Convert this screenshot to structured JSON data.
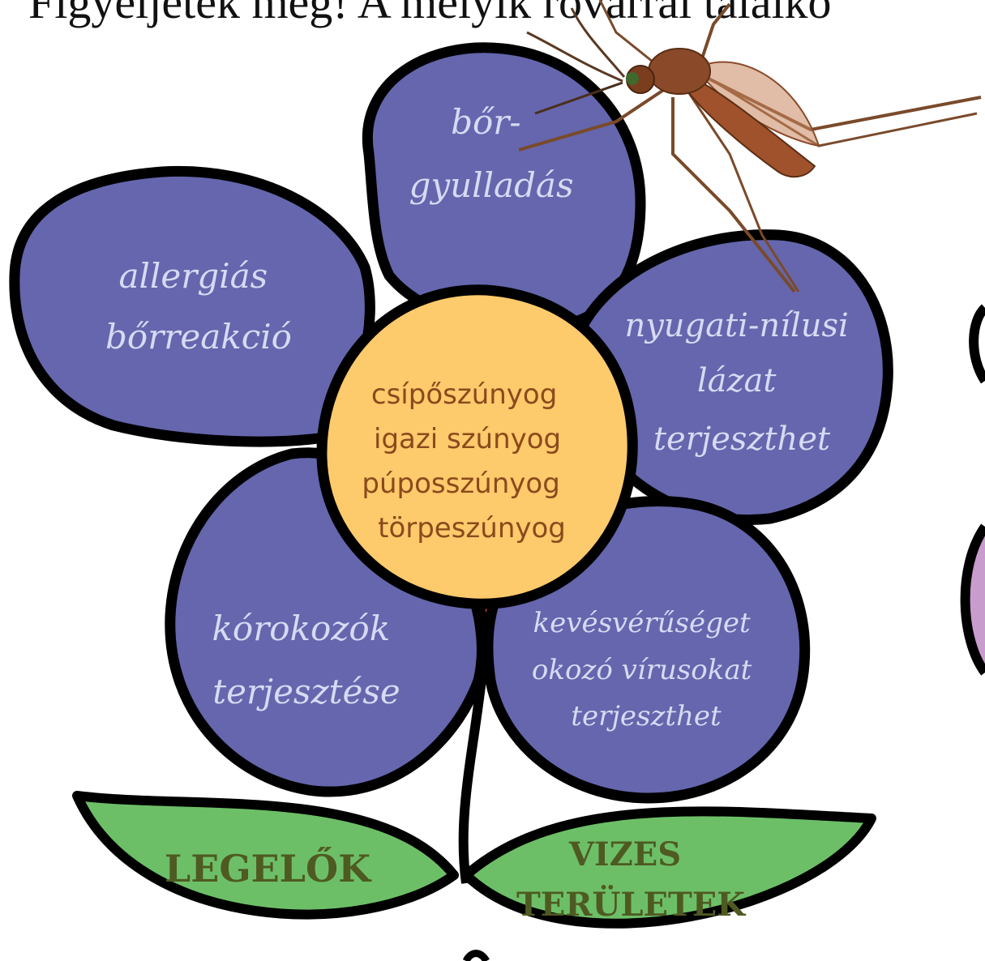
{
  "heading": "Figyeljetek meg! A melyik rovarral találko",
  "colors": {
    "petal": "#6566ad",
    "petal_text": "#d6daf3",
    "center": "#fdca6c",
    "center_text": "#8a4a1c",
    "leaf": "#6dbf67",
    "leaf_text": "#4e5a22",
    "outline": "#000000",
    "side_shape": "#c89ccc",
    "mosquito": "#8a4a2a"
  },
  "flower": {
    "center_lines": [
      "csípőszúnyog",
      "igazi szúnyog",
      "púposszúnyog",
      "törpeszúnyog"
    ],
    "petals": {
      "top": [
        "bőr-",
        "gyulladás"
      ],
      "left": [
        "allergiás",
        "bőrreakció"
      ],
      "right": [
        "nyugati-nílusi",
        "lázat",
        "terjeszthet"
      ],
      "bottom_left": [
        "kórokozók",
        "terjesztése"
      ],
      "bottom_right": [
        "kevésvérűséget",
        "okozó vírusokat",
        "terjeszthet"
      ]
    },
    "leaves": {
      "left": [
        "LEGELŐK"
      ],
      "right": [
        "VIZES",
        "TERÜLETEK"
      ]
    }
  },
  "icons": {
    "insect": "mosquito-illustration"
  }
}
